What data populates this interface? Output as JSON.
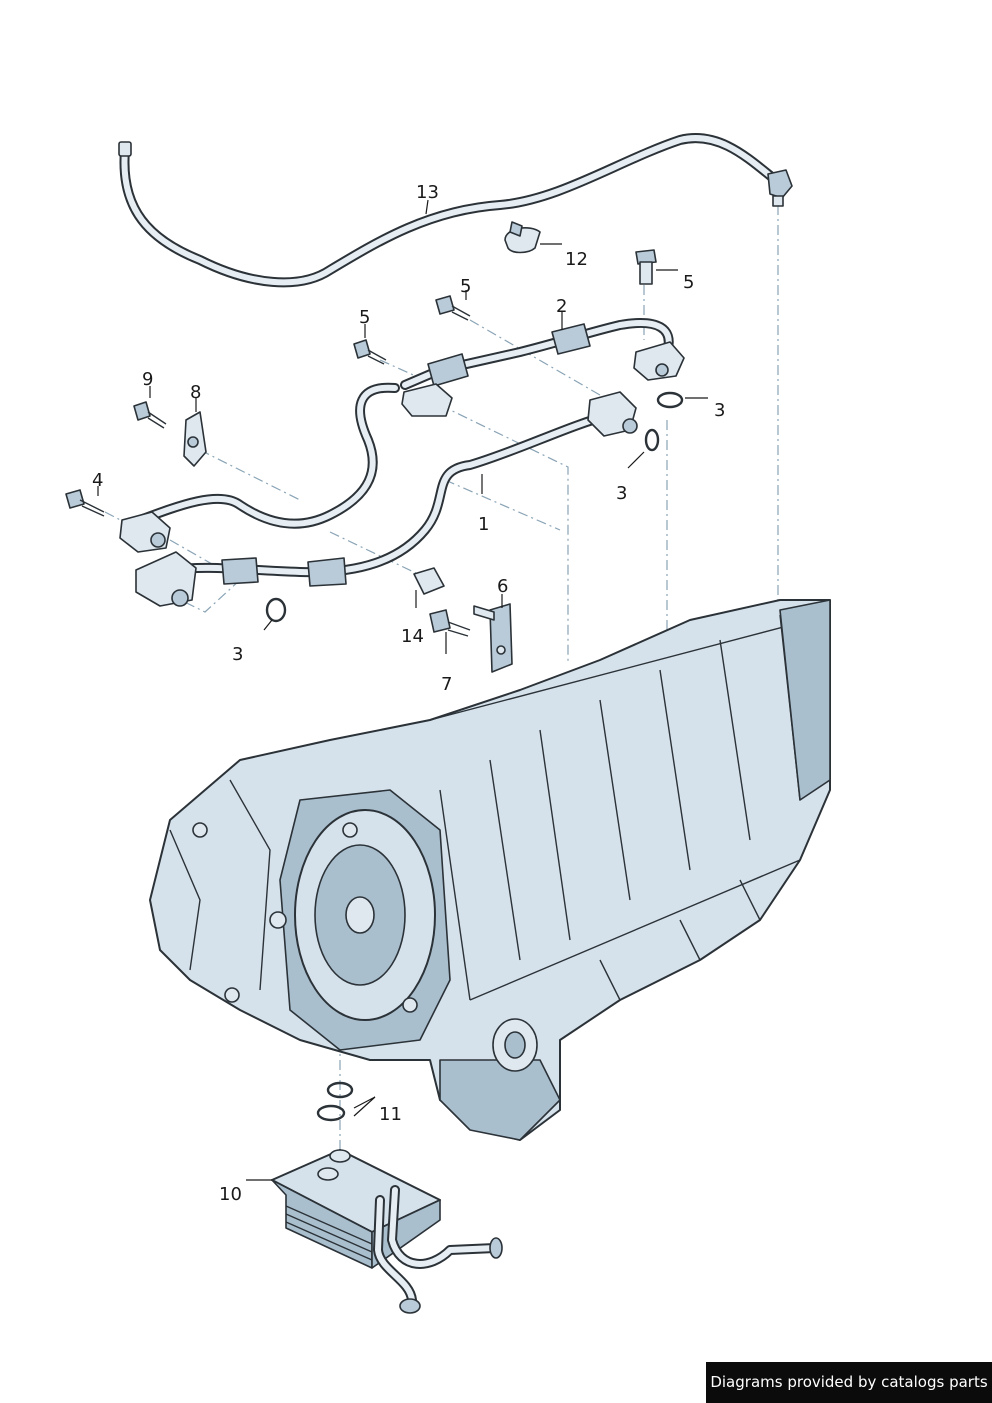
{
  "callouts": {
    "c1": "1",
    "c2": "2",
    "c3a": "3",
    "c3b": "3",
    "c3c": "3",
    "c4": "4",
    "c5a": "5",
    "c5b": "5",
    "c5c": "5",
    "c6": "6",
    "c7": "7",
    "c8": "8",
    "c9": "9",
    "c10": "10",
    "c11": "11",
    "c12": "12",
    "c13": "13",
    "c14": "14"
  },
  "credit": "Diagrams provided by catalogs parts",
  "colors": {
    "line": "#2b3238",
    "fill": "#dfe8ef",
    "shade": "#aabfce",
    "dash": "#8aa4b6",
    "credit_bg": "#0b0b0b"
  }
}
